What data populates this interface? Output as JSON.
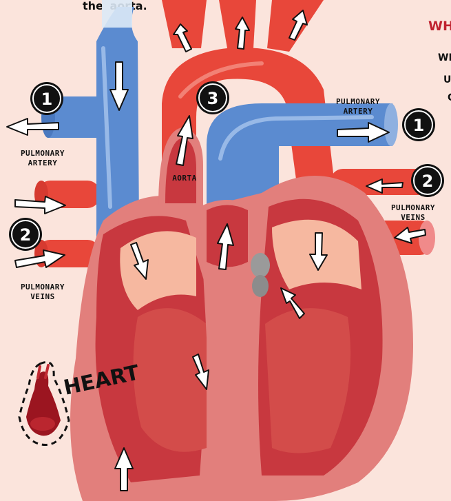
{
  "caption": {
    "prefix": "the",
    "emph": "aorta."
  },
  "side_panel": {
    "heading": "WH",
    "lines": [
      "WI",
      "U",
      "C"
    ],
    "heading_color": "#c0222f"
  },
  "labels": {
    "pulmonary_artery_left": [
      "PULMONARY",
      "ARTERY"
    ],
    "pulmonary_artery_right": [
      "PULMONARY",
      "ARTERY"
    ],
    "pulmonary_veins_left": [
      "PULMONARY",
      "VEINS"
    ],
    "pulmonary_veins_right": [
      "PULMONARY",
      "VEINS"
    ],
    "aorta": "AORTA",
    "heart": "HEART"
  },
  "badges": {
    "one": "1",
    "two": "2",
    "three": "3"
  },
  "colors": {
    "background": "#fbe4dc",
    "vein_blue": "#5b8bd0",
    "artery_red": "#e8473a",
    "heart_outer": "#e27f7c",
    "heart_inner": "#c8383f",
    "chamber_light": "#f6b8a0"
  }
}
